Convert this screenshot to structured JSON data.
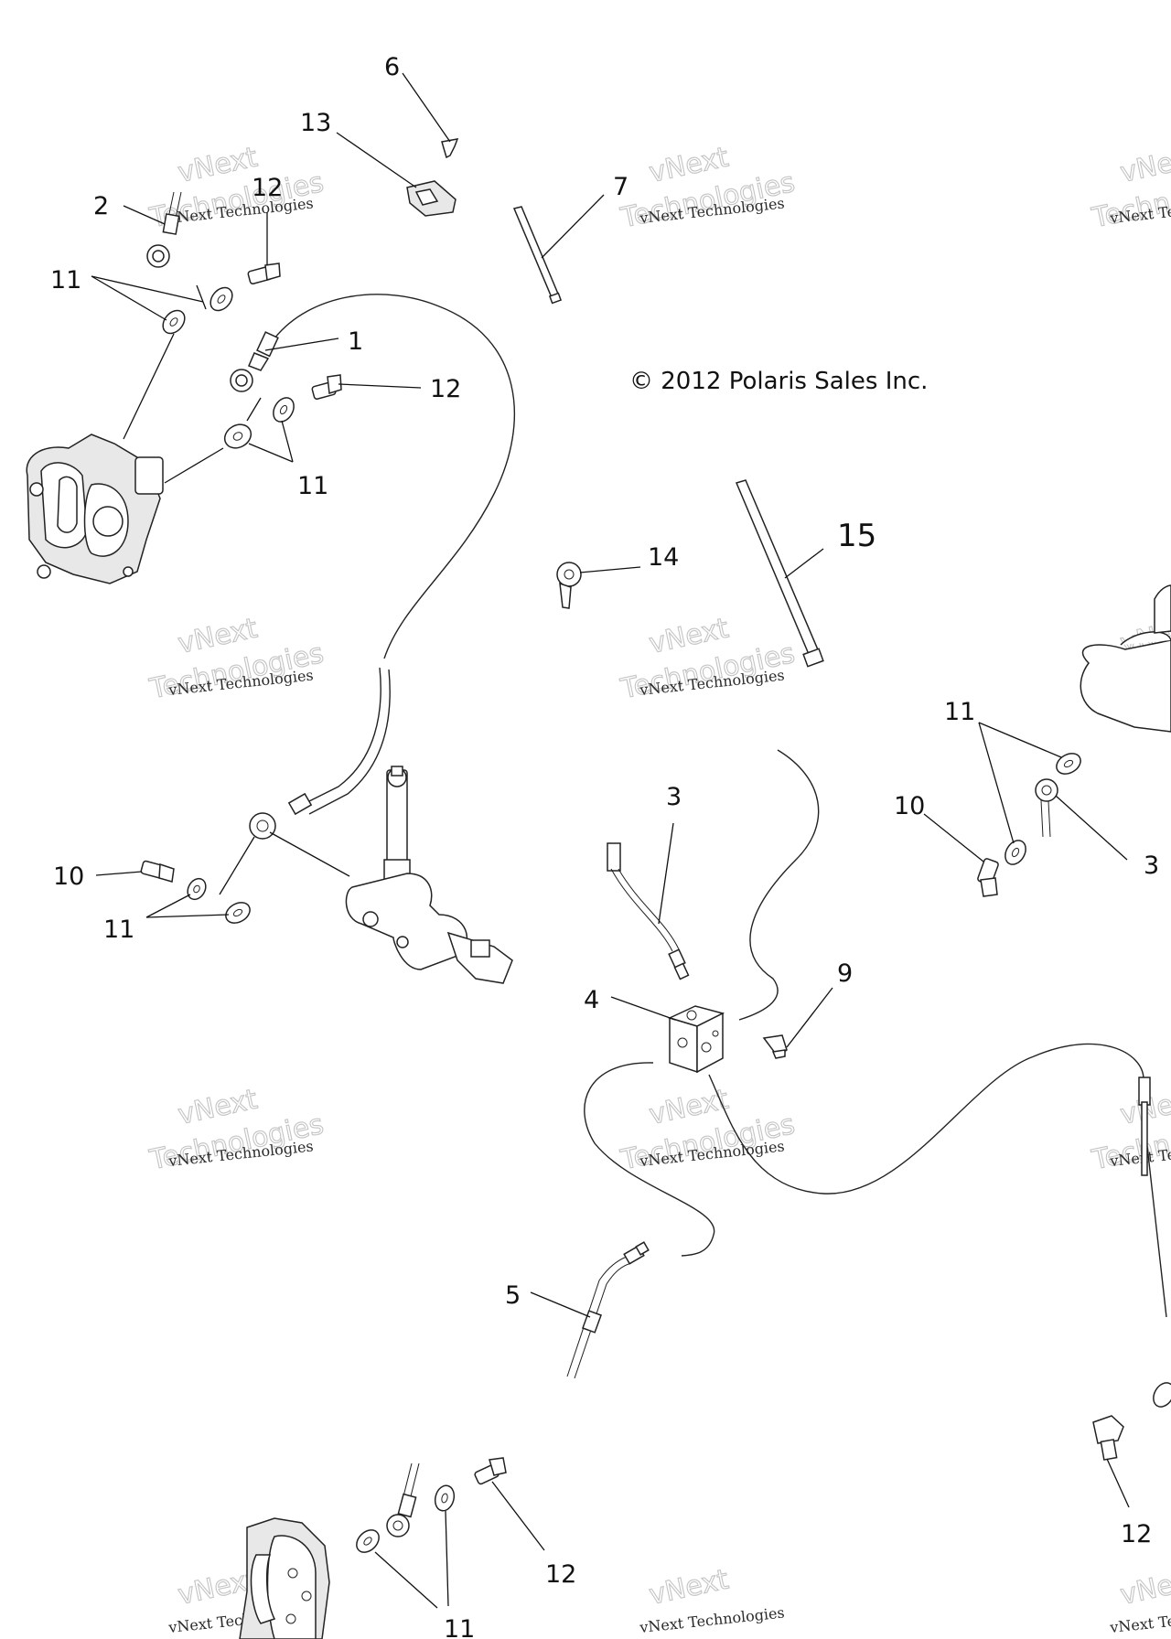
{
  "copyright": "© 2012 Polaris Sales Inc.",
  "watermark": {
    "line1": "vNext Technologies",
    "line2": "vNext",
    "line3": "Technologies"
  },
  "callouts": [
    {
      "id": "6",
      "text": "6"
    },
    {
      "id": "13",
      "text": "13"
    },
    {
      "id": "7",
      "text": "7"
    },
    {
      "id": "2",
      "text": "2"
    },
    {
      "id": "12a",
      "text": "12"
    },
    {
      "id": "11a",
      "text": "11"
    },
    {
      "id": "1",
      "text": "1"
    },
    {
      "id": "12b",
      "text": "12"
    },
    {
      "id": "11b",
      "text": "11"
    },
    {
      "id": "14",
      "text": "14"
    },
    {
      "id": "15",
      "text": "15"
    },
    {
      "id": "11c",
      "text": "11"
    },
    {
      "id": "10a",
      "text": "10"
    },
    {
      "id": "3a",
      "text": "3"
    },
    {
      "id": "3b",
      "text": "3"
    },
    {
      "id": "10b",
      "text": "10"
    },
    {
      "id": "11d",
      "text": "11"
    },
    {
      "id": "4",
      "text": "4"
    },
    {
      "id": "9",
      "text": "9"
    },
    {
      "id": "5",
      "text": "5"
    },
    {
      "id": "12c",
      "text": "12"
    },
    {
      "id": "11e",
      "text": "11"
    },
    {
      "id": "12d",
      "text": "12"
    }
  ]
}
